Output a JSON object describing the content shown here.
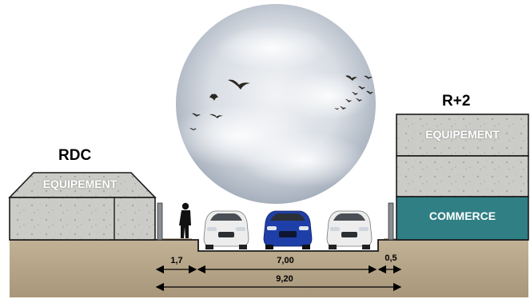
{
  "labels": {
    "rdc": "RDC",
    "r_plus_2": "R+2",
    "equipement_left": "EQUIPEMENT",
    "equipement_right": "EQUIPEMENT",
    "commerce": "COMMERCE"
  },
  "dimensions": {
    "sidewalk_left": "1,7",
    "roadway": "7,00",
    "sidewalk_right": "0,5",
    "total": "9,20"
  },
  "colors": {
    "ground": "#b6a58a",
    "building_stone": "#c9c9c5",
    "commerce": "#2f7f84",
    "car_white": "#e9e9e9",
    "car_blue": "#1f3fa8",
    "sky": "#d6dbe2"
  },
  "icons": [
    "bird-icon",
    "person-icon",
    "car-icon"
  ]
}
